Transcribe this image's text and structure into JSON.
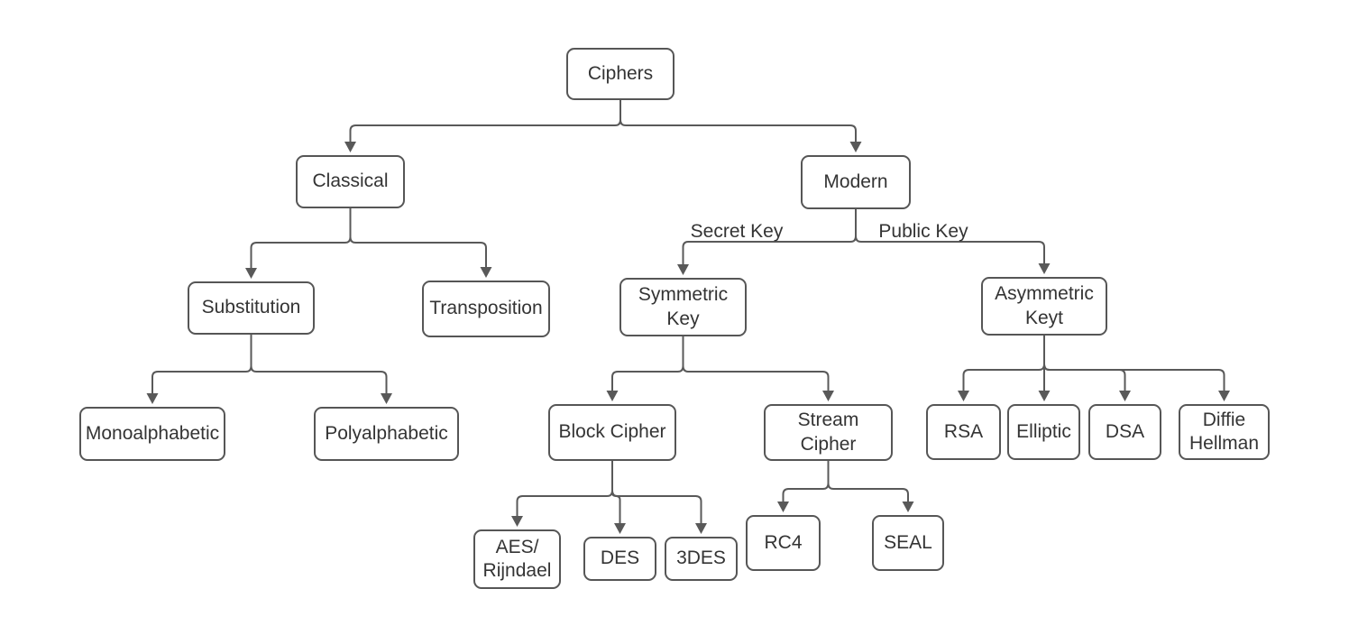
{
  "diagram": {
    "type": "tree",
    "background_color": "#ffffff",
    "line_color": "#595959",
    "box_border_color": "#565656",
    "box_fill_color": "#ffffff",
    "text_color": "#343434",
    "nodes": {
      "ciphers": {
        "label": "Ciphers"
      },
      "classical": {
        "label": "Classical"
      },
      "modern": {
        "label": "Modern"
      },
      "substitution": {
        "label": "Substitution"
      },
      "transposition": {
        "label": "Transposition"
      },
      "monoalphabetic": {
        "label": "Monoalphabetic"
      },
      "polyalphabetic": {
        "label": "Polyalphabetic"
      },
      "symmetric": {
        "label": "Symmetric Key"
      },
      "asymmetric": {
        "label": "Asymmetric Keyt"
      },
      "block": {
        "label": "Block Cipher"
      },
      "stream": {
        "label": "Stream Cipher"
      },
      "rsa": {
        "label": "RSA"
      },
      "elliptic": {
        "label": "Elliptic"
      },
      "dsa": {
        "label": "DSA"
      },
      "diffie": {
        "label": "Diffie Hellman"
      },
      "aes": {
        "label": "AES/ Rijndael"
      },
      "des": {
        "label": "DES"
      },
      "tdes": {
        "label": "3DES"
      },
      "rc4": {
        "label": "RC4"
      },
      "seal": {
        "label": "SEAL"
      }
    },
    "edge_labels": {
      "secret_key": "Secret Key",
      "public_key": "Public Key"
    },
    "edges": [
      {
        "from": "ciphers",
        "to": "classical"
      },
      {
        "from": "ciphers",
        "to": "modern"
      },
      {
        "from": "classical",
        "to": "substitution"
      },
      {
        "from": "classical",
        "to": "transposition"
      },
      {
        "from": "substitution",
        "to": "monoalphabetic"
      },
      {
        "from": "substitution",
        "to": "polyalphabetic"
      },
      {
        "from": "modern",
        "to": "symmetric",
        "label_key": "secret_key"
      },
      {
        "from": "modern",
        "to": "asymmetric",
        "label_key": "public_key"
      },
      {
        "from": "symmetric",
        "to": "block"
      },
      {
        "from": "symmetric",
        "to": "stream"
      },
      {
        "from": "block",
        "to": "aes"
      },
      {
        "from": "block",
        "to": "des"
      },
      {
        "from": "block",
        "to": "tdes"
      },
      {
        "from": "stream",
        "to": "rc4"
      },
      {
        "from": "stream",
        "to": "seal"
      },
      {
        "from": "asymmetric",
        "to": "rsa"
      },
      {
        "from": "asymmetric",
        "to": "elliptic"
      },
      {
        "from": "asymmetric",
        "to": "dsa"
      },
      {
        "from": "asymmetric",
        "to": "diffie"
      }
    ]
  }
}
